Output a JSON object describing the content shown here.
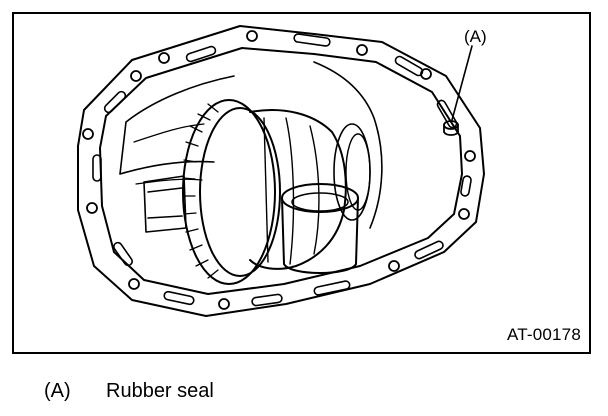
{
  "figure": {
    "callout_label": "(A)",
    "figure_id": "AT-00178"
  },
  "legend": {
    "items": [
      {
        "key": "(A)",
        "description": "Rubber seal"
      }
    ]
  },
  "colors": {
    "line": "#000000",
    "background": "#ffffff"
  }
}
